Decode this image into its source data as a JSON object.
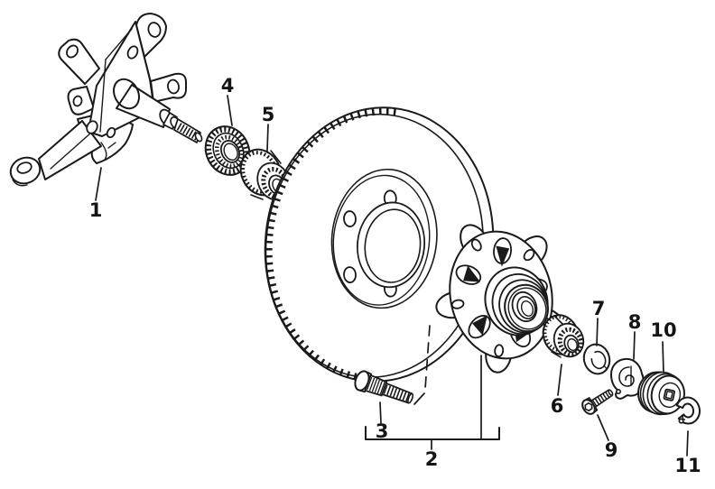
{
  "figure": {
    "background_color": "#ffffff",
    "line_color": "#1a1a1a",
    "highlight_color": "#33cc33",
    "highlighted_callout": "8",
    "callouts": [
      {
        "label": "1"
      },
      {
        "label": "2"
      },
      {
        "label": "3"
      },
      {
        "label": "4"
      },
      {
        "label": "5"
      },
      {
        "label": "6"
      },
      {
        "label": "7"
      },
      {
        "label": "8"
      },
      {
        "label": "9"
      },
      {
        "label": "10"
      },
      {
        "label": "11"
      }
    ]
  }
}
